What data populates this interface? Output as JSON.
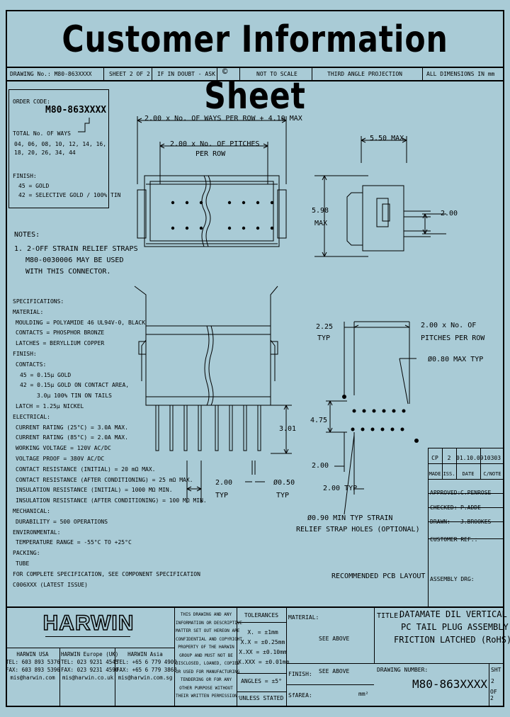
{
  "title": "Customer Information Sheet",
  "header_row": {
    "drawing_no": "DRAWING No.: M80-863XXXX",
    "sheet": "SHEET 2 OF 2",
    "doubt": "IF IN DOUBT - ASK",
    "copyright": "©",
    "scale": "NOT TO SCALE",
    "projection": "THIRD ANGLE PROJECTION",
    "dimensions": "ALL DIMENSIONS IN mm"
  },
  "order_code": {
    "label": "ORDER CODE:",
    "code": "M80-863XXXX",
    "ways_label": "TOTAL No. OF WAYS",
    "ways_line1": "04, 06, 08, 10, 12, 14, 16,",
    "ways_line2": "18, 20, 26, 34, 44",
    "finish_label": "FINISH:",
    "finish_1": "45 = GOLD",
    "finish_2": "42 = SELECTIVE GOLD / 100% TIN"
  },
  "notes": {
    "heading": "NOTES:",
    "line1": "1.  2-OFF STRAIN RELIEF STRAPS",
    "line2": "M80-0030006 MAY BE USED",
    "line3": "WITH THIS CONNECTOR."
  },
  "specs": [
    "SPECIFICATIONS:",
    "MATERIAL:",
    "MOULDING = POLYAMIDE 46 UL94V-0, BLACK",
    "CONTACTS = PHOSPHOR BRONZE",
    "LATCHES = BERYLLIUM COPPER",
    "FINISH:",
    "CONTACTS:",
    "45 = 0.15μ GOLD",
    "42 = 0.15μ GOLD ON CONTACT AREA,",
    "3.0μ 100% TIN ON TAILS",
    "LATCH = 1.25μ NICKEL",
    "ELECTRICAL:",
    "CURRENT RATING (25°C) = 3.0A MAX.",
    "CURRENT RATING (85°C) = 2.0A MAX.",
    "WORKING VOLTAGE = 120V AC/DC",
    "VOLTAGE PROOF = 380V AC/DC",
    "CONTACT RESISTANCE (INITIAL) = 20 mΩ MAX.",
    "CONTACT RESISTANCE (AFTER CONDITIONING) = 25 mΩ MAX.",
    "INSULATION RESISTANCE (INITIAL) = 1000 MΩ MIN.",
    "INSULATION RESISTANCE (AFTER CONDITIONING) = 100 MΩ MIN.",
    "MECHANICAL:",
    "DURABILITY = 500 OPERATIONS",
    "ENVIRONMENTAL:",
    "TEMPERATURE RANGE = -55°C TO +25°C",
    "PACKING:",
    "TUBE",
    "FOR COMPLETE SPECIFICATION, SEE COMPONENT SPECIFICATION",
    "C006XXX (LATEST ISSUE)"
  ],
  "dims": {
    "top_overall": "2.00 x No. OF WAYS PER ROW + 4.10 MAX",
    "top_pitch_1": "2.00 x No. OF PITCHES",
    "top_pitch_2": "PER ROW",
    "side_width": "5.50 MAX",
    "side_height_1": "5.98",
    "side_height_2": "MAX",
    "side_pitch": "2.00",
    "tail_length": "3.01",
    "pin_pitch_1": "2.00",
    "pin_pitch_2": "TYP",
    "pin_dia_1": "Ø0.50",
    "pin_dia_2": "TYP",
    "pcb_225_1": "2.25",
    "pcb_225_2": "TYP",
    "pcb_pitch_1": "2.00 x No. OF",
    "pcb_pitch_2": "PITCHES PER ROW",
    "pcb_hole": "Ø0.80 MAX TYP",
    "pcb_475": "4.75",
    "pcb_200": "2.00",
    "pcb_200typ": "2.00 TYP",
    "strain_1": "Ø0.90 MIN TYP STRAIN",
    "strain_2": "RELIEF STRAP HOLES (OPTIONAL)",
    "pcb_caption": "RECOMMENDED PCB LAYOUT"
  },
  "revision": {
    "values": [
      "CP",
      "2",
      "01.10.09",
      "10303"
    ],
    "headers": [
      "MADE",
      "ISS.",
      "DATE",
      "C/NOTE"
    ]
  },
  "approvals": {
    "approved": "APPROVED:",
    "approved_by": "C.PENROSE",
    "checked": "CHECKED:",
    "checked_by": "P.ADDE",
    "drawn": "DRAWN:",
    "drawn_by": "J.BROOKES",
    "customer_ref": "CUSTOMER REF.:",
    "assembly": "ASSEMBLY DRG:"
  },
  "footer": {
    "logo": "HARWIN",
    "usa_title": "HARWIN USA",
    "usa_tel": "TEL: 603 893 5376",
    "usa_fax": "FAX: 603 893 5396",
    "usa_email": "mis@harwin.com",
    "eu_title": "HARWIN Europe (UK)",
    "eu_tel": "TEL: 023 9231 4545",
    "eu_fax": "FAX: 023 9231 4590",
    "eu_email": "mis@harwin.co.uk",
    "asia_title": "HARWIN Asia",
    "asia_tel": "TEL: +65 6 779 4909",
    "asia_fax": "FAX: +65 6 779 3868",
    "asia_email": "mis@harwin.com.sg",
    "legal": [
      "THIS DRAWING AND ANY",
      "INFORMATION OR DESCRIPTIVE",
      "MATTER SET OUT HEREON ARE",
      "CONFIDENTIAL AND COPYRIGHT",
      "PROPERTY OF THE HARWIN",
      "GROUP AND MUST NOT BE",
      "DISCLOSED, LOANED, COPIED",
      "OR USED FOR MANUFACTURING",
      "TENDERING OR FOR ANY",
      "OTHER PURPOSE WITHOUT",
      "THEIR WRITTEN PERMISSION."
    ],
    "tol_title": "TOLERANCES",
    "tol_1": "X. = ±1mm",
    "tol_2": "X.X = ±0.25mm",
    "tol_3": "X.XX = ±0.10mm",
    "tol_4": "X.XXX = ±0.01mm",
    "angles": "ANGLES = ±5°",
    "unless": "UNLESS STATED",
    "material_label": "MATERIAL:",
    "material_value": "SEE ABOVE",
    "finish_label": "FINISH:",
    "finish_value": "SEE ABOVE",
    "sarea_label": "SfAREA:",
    "sarea_unit": "mm²",
    "title_label": "TITLE:",
    "title_1": "DATAMATE DIL VERTICAL",
    "title_2": "PC TAIL PLUG ASSEMBLY",
    "title_3": "FRICTION LATCHED (RoHS)",
    "drawing_label": "DRAWING NUMBER:",
    "drawing_number": "M80-863XXXX",
    "sht": "SHT",
    "sht_num": "2",
    "sht_of": "OF 2"
  }
}
